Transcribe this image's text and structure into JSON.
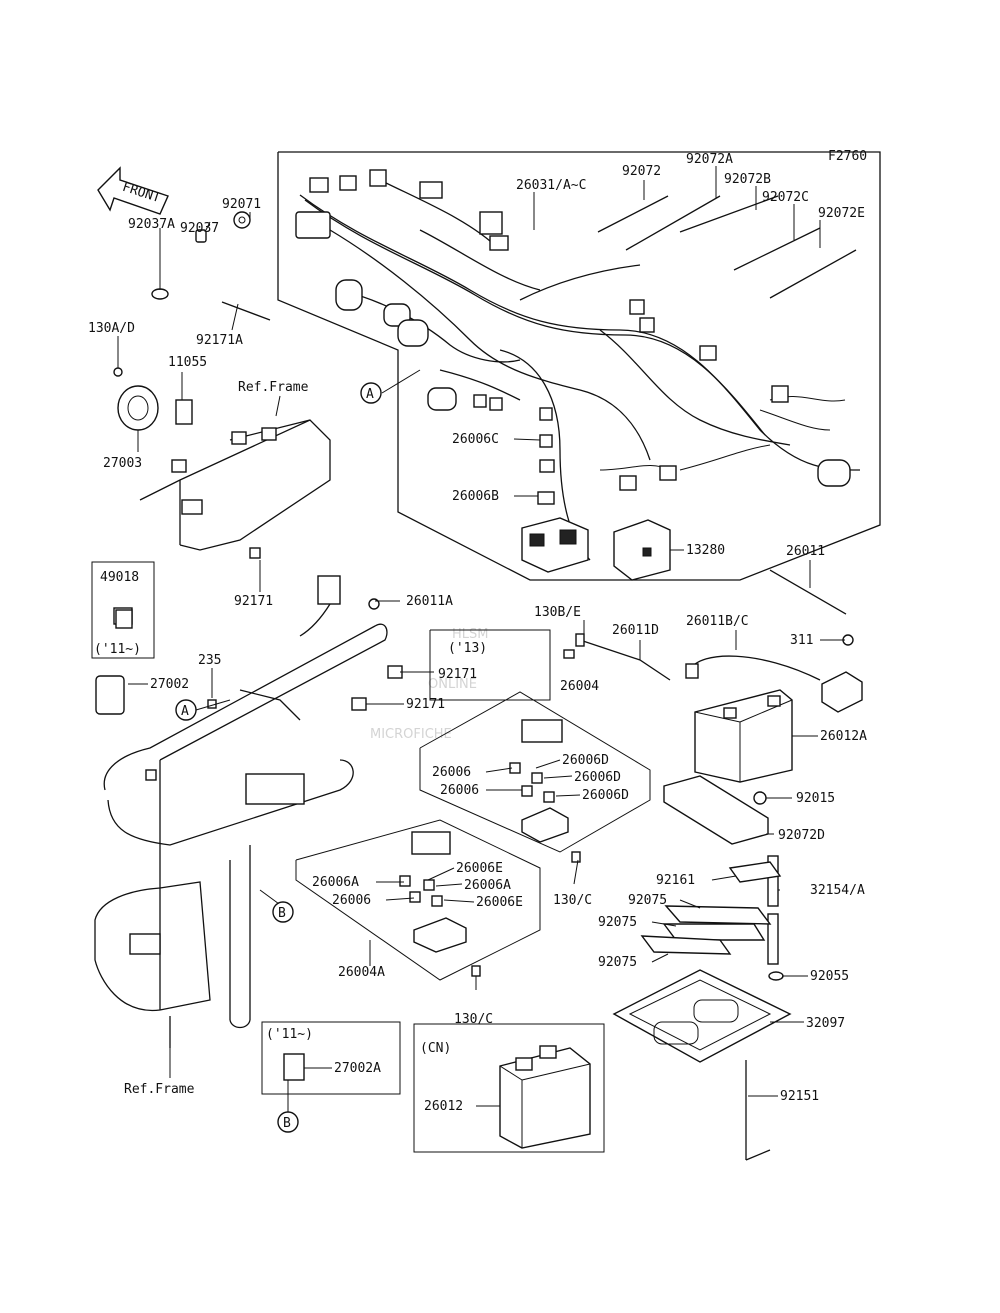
{
  "diagram": {
    "code": "F2760",
    "front_label": "FRONT",
    "watermark": [
      "HLSM",
      "ONLINE",
      "MICROFICHE"
    ],
    "callouts": {
      "A": "A",
      "B": "B"
    },
    "parts": {
      "p92071": "92071",
      "p92037": "92037",
      "p92037A": "92037A",
      "p92171A": "92171A",
      "p130AD": "130A/D",
      "p11055": "11055",
      "p27003": "27003",
      "refframe_top": "Ref.Frame",
      "refframe_bottom": "Ref.Frame",
      "p26031": "26031/A~C",
      "p92072": "92072",
      "p92072A": "92072A",
      "p92072B": "92072B",
      "p92072C": "92072C",
      "p92072E": "92072E",
      "p26006C": "26006C",
      "p26006B": "26006B",
      "p13280": "13280",
      "p26011": "26011",
      "p49018": "49018",
      "p49018_note": "('11~)",
      "p92171": "92171",
      "p26011A": "26011A",
      "p130BE": "130B/E",
      "p13_note": "('13)",
      "p92171_b": "92171",
      "p92171_c": "92171",
      "p26004": "26004",
      "p26011D": "26011D",
      "p26011BC": "26011B/C",
      "p311": "311",
      "p235": "235",
      "p27002": "27002",
      "p26012A": "26012A",
      "p26006D_1": "26006D",
      "p26006D_2": "26006D",
      "p26006D_3": "26006D",
      "p26006_1": "26006",
      "p26006_2": "26006",
      "p92015": "92015",
      "p92072D": "92072D",
      "p130C_1": "130/C",
      "p26006E_1": "26006E",
      "p26006A_1": "26006A",
      "p26006A_2": "26006A",
      "p26006_3": "26006",
      "p26006E_2": "26006E",
      "p92161": "92161",
      "p32154A": "32154/A",
      "p92075_1": "92075",
      "p92075_2": "92075",
      "p92075_3": "92075",
      "p92055": "92055",
      "p26004A": "26004A",
      "p130C_2": "130/C",
      "p32097": "32097",
      "p11_note_b": "('11~)",
      "p27002A": "27002A",
      "p_cn": "(CN)",
      "p26012": "26012",
      "p92151": "92151"
    }
  }
}
